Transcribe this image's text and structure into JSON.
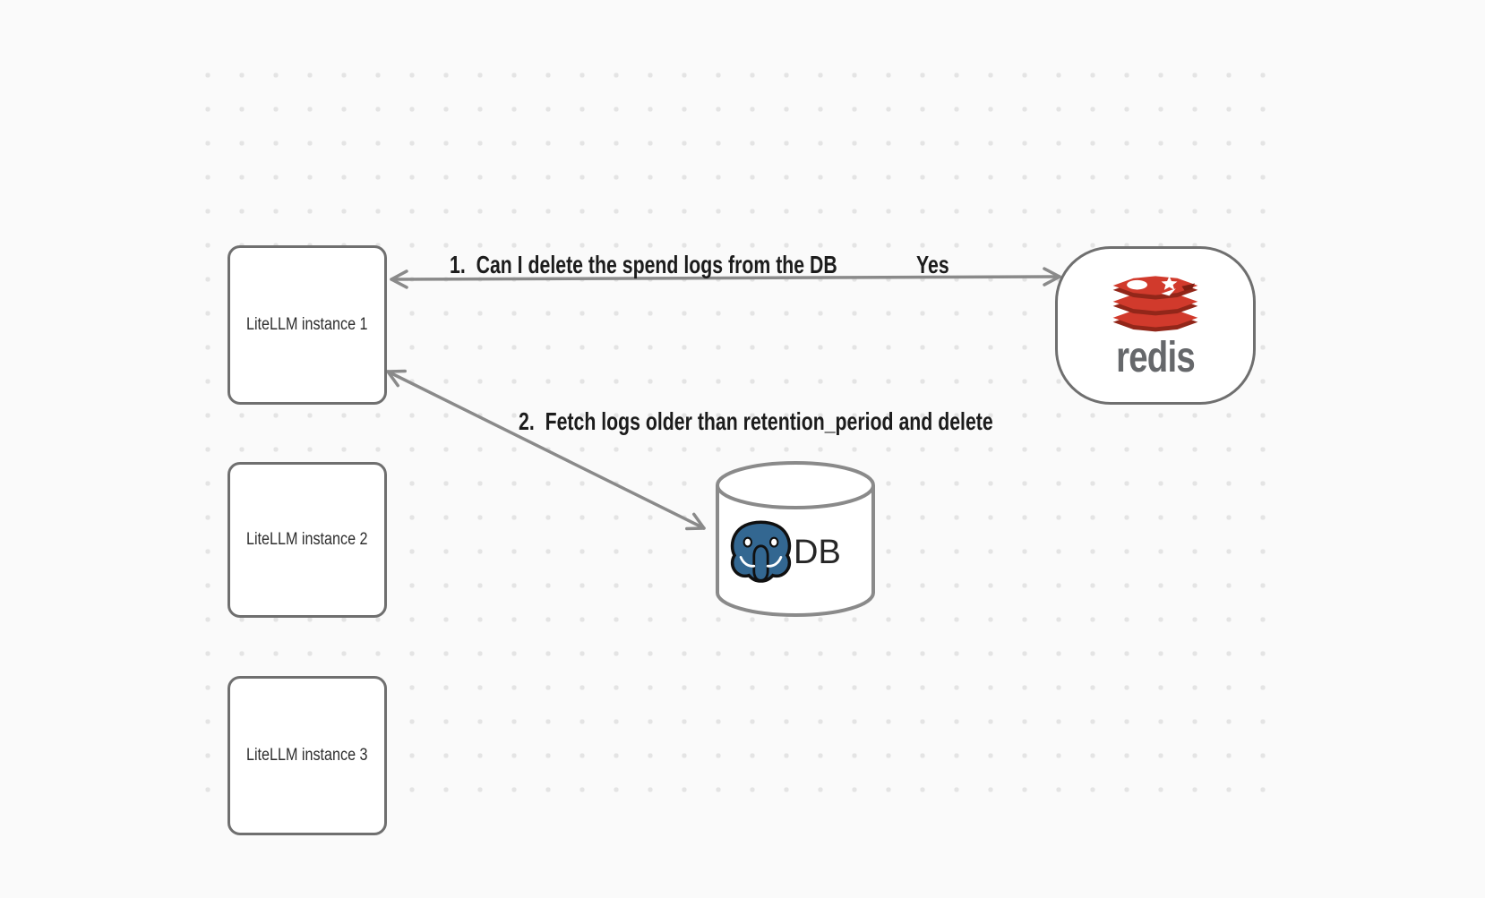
{
  "diagram": {
    "background_color": "#fafafa",
    "dot_color": "#e4e4e4",
    "node_border_color": "#6f6f6f",
    "arrow_color": "#8a8a8a",
    "label_color": "#1c1c1c"
  },
  "nodes": {
    "litellm1": {
      "label": "LiteLLM instance 1"
    },
    "litellm2": {
      "label": "LiteLLM instance 2"
    },
    "litellm3": {
      "label": "LiteLLM instance 3"
    },
    "redis": {
      "label": "redis",
      "icon": "redis-logo-icon",
      "logo_red": "#d13a2c",
      "logo_dark_red": "#922619",
      "wordmark_color": "#66686b"
    },
    "database": {
      "label": "DB",
      "icon": "postgresql-elephant-icon",
      "elephant_blue": "#336791"
    }
  },
  "edges": {
    "edge1": {
      "label": "1.  Can I delete the spend logs from the DB",
      "response": "Yes",
      "from": "LiteLLM instance 1",
      "to": "redis",
      "bidirectional": true
    },
    "edge2": {
      "label": "2.  Fetch logs older than retention_period and delete",
      "from": "LiteLLM instance 1",
      "to": "DB",
      "bidirectional": true
    }
  }
}
